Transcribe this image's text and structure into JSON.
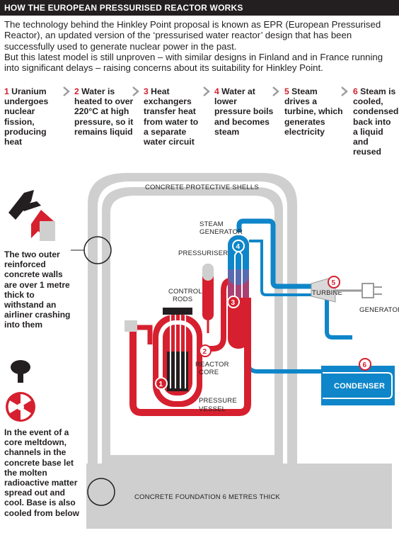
{
  "header": {
    "title": "HOW THE EUROPEAN PRESSURISED REACTOR WORKS"
  },
  "intro": {
    "paragraph1": "The technology behind the Hinkley Point proposal is known as EPR (European Pressurised Reactor), an updated version of the ‘pressurised water reactor’ design that has been successfully used to generate nuclear power in the past.",
    "paragraph2": "But this latest model is still unproven – with similar designs in Finland and in France running into significant delays – raising concerns about its suitability for Hinkley Point."
  },
  "steps": [
    {
      "num": "1",
      "text": "Uranium undergoes nuclear fission, producing heat"
    },
    {
      "num": "2",
      "text": "Water is heated to over 220°C at high pressure, so it remains liquid"
    },
    {
      "num": "3",
      "text": "Heat exchangers transfer heat from water to a separate water circuit"
    },
    {
      "num": "4",
      "text": "Water at lower pressure boils and becomes steam"
    },
    {
      "num": "5",
      "text": "Steam drives a turbine, which generates electricity"
    },
    {
      "num": "6",
      "text": "Steam is cooled, condensed back into a liquid and reused"
    }
  ],
  "labels": {
    "shells": "CONCRETE PROTECTIVE SHELLS",
    "steam_generator_1": "STEAM",
    "steam_generator_2": "GENERATOR",
    "pressuriser": "PRESSURISER",
    "control_rods_1": "CONTROL",
    "control_rods_2": "RODS",
    "reactor_core_1": "REACTOR",
    "reactor_core_2": "CORE",
    "pressure_vessel_1": "PRESSURE",
    "pressure_vessel_2": "VESSEL",
    "turbine": "TURBINE",
    "generator": "GENERATOR",
    "condenser": "CONDENSER",
    "foundation": "CONCRETE FOUNDATION 6 METRES THICK"
  },
  "markers": [
    "1",
    "2",
    "3",
    "4",
    "5",
    "6"
  ],
  "side_notes": {
    "walls": "The two outer reinforced concrete walls are over 1 metre thick to withstand an airliner crashing into them",
    "meltdown": "In the event of a core meltdown, channels in the concrete base let the molten radioactive matter spread out and cool. Base is also cooled from below"
  },
  "colors": {
    "accent_red": "#d6202f",
    "accent_blue": "#0f86c9",
    "concrete": "#cfcfcf",
    "dark": "#231f20"
  }
}
